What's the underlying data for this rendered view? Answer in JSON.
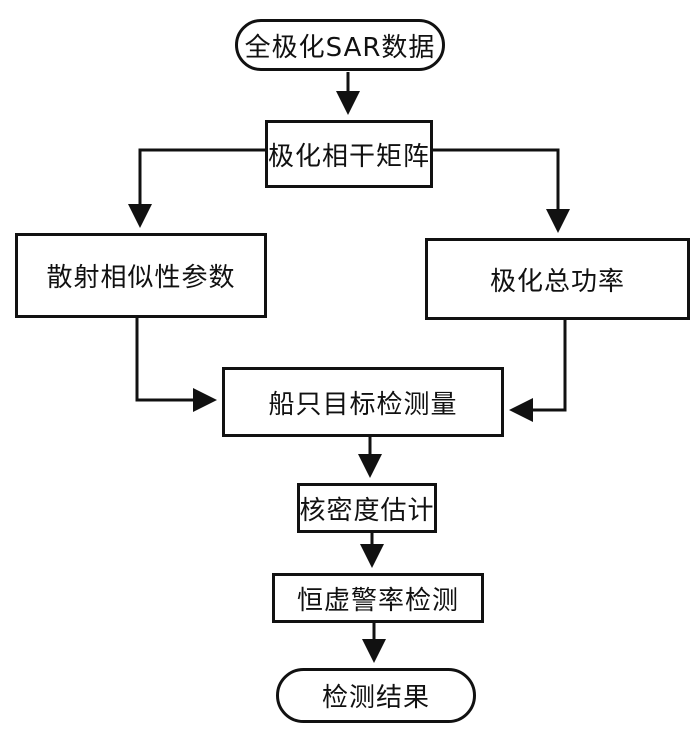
{
  "flowchart": {
    "nodes": {
      "start": {
        "label": "全极化SAR数据",
        "shape": "terminal"
      },
      "matrix": {
        "label": "极化相干矩阵",
        "shape": "process"
      },
      "scatter": {
        "label": "散射相似性参数",
        "shape": "process"
      },
      "power": {
        "label": "极化总功率",
        "shape": "process"
      },
      "measure": {
        "label": "船只目标检测量",
        "shape": "process"
      },
      "kde": {
        "label": "核密度估计",
        "shape": "process"
      },
      "cfar": {
        "label": "恒虚警率检测",
        "shape": "process"
      },
      "result": {
        "label": "检测结果",
        "shape": "terminal"
      }
    },
    "edges": [
      {
        "from": "start",
        "to": "matrix"
      },
      {
        "from": "matrix",
        "to": "scatter"
      },
      {
        "from": "matrix",
        "to": "power"
      },
      {
        "from": "scatter",
        "to": "measure"
      },
      {
        "from": "power",
        "to": "measure"
      },
      {
        "from": "measure",
        "to": "kde"
      },
      {
        "from": "kde",
        "to": "cfar"
      },
      {
        "from": "cfar",
        "to": "result"
      }
    ],
    "colors": {
      "stroke": "#111111",
      "fill": "#ffffff",
      "text": "#111111"
    }
  }
}
